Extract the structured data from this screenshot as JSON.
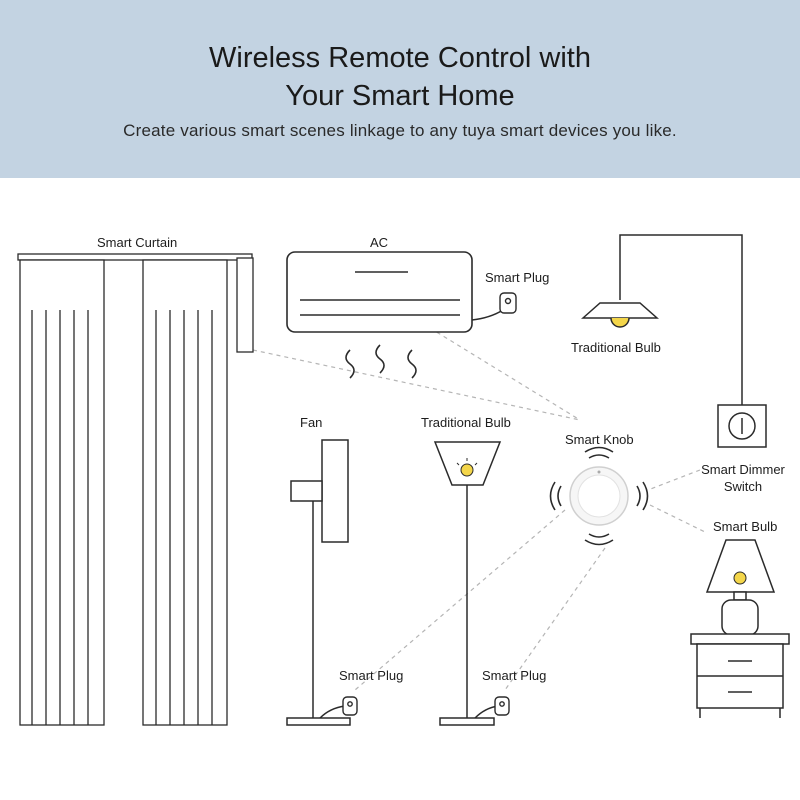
{
  "header": {
    "title_line1": "Wireless Remote Control with",
    "title_line2": "Your Smart Home",
    "subtitle": "Create various smart scenes linkage to any tuya smart devices you like."
  },
  "labels": {
    "smart_curtain": "Smart Curtain",
    "ac": "AC",
    "smart_plug_ac": "Smart Plug",
    "traditional_bulb_ceiling": "Traditional Bulb",
    "fan": "Fan",
    "traditional_bulb_floor": "Traditional Bulb",
    "smart_knob": "Smart Knob",
    "smart_dimmer_line1": "Smart Dimmer",
    "smart_dimmer_line2": "Switch",
    "smart_bulb": "Smart Bulb",
    "smart_plug_fan": "Smart Plug",
    "smart_plug_lamp": "Smart Plug"
  },
  "colors": {
    "header_bg": "#c3d3e2",
    "line": "#2b2b2b",
    "dash": "#b5b5b5",
    "bulb": "#f4d64a"
  }
}
